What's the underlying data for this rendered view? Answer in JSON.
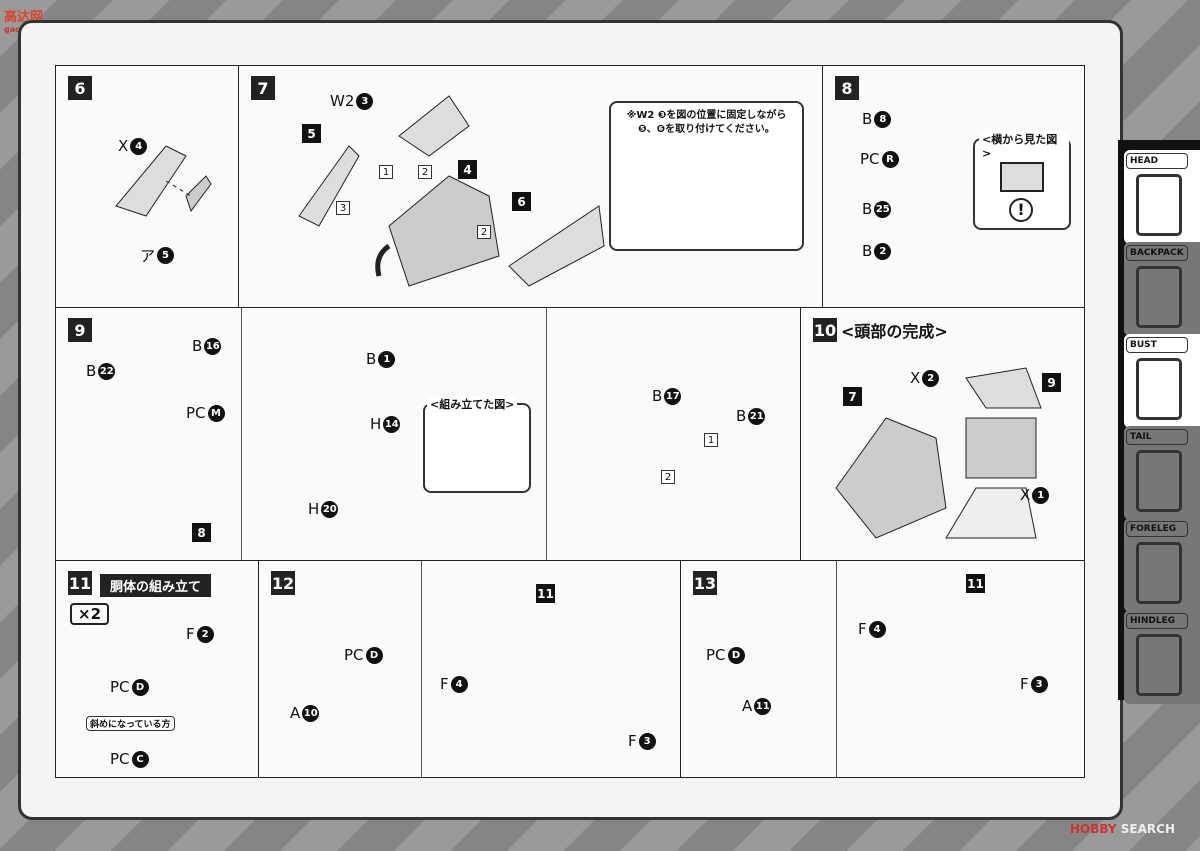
{
  "logo": {
    "text": "高达网",
    "sub": "gao-shou.com"
  },
  "steps": [
    "6",
    "7",
    "8",
    "9",
    "10",
    "11",
    "12",
    "13"
  ],
  "step7_note": "※W2 ❸を図の位置に固定しながら\n❺、❻を取り付けてください。",
  "step8_note_title": "<横から見た図>",
  "step9_note_title": "<組み立てた図>",
  "step10_title": "<頭部の完成>",
  "step11_title": "胴体の組み立て",
  "step11_count": "×2",
  "step11_note": "斜めになっている方",
  "labels": [
    {
      "p": "X",
      "n": "4"
    },
    {
      "p": "ア",
      "n": "5"
    },
    {
      "p": "W2",
      "n": "3"
    },
    {
      "p": "B",
      "n": "8"
    },
    {
      "p": "PC",
      "n": "R"
    },
    {
      "p": "B",
      "n": "25"
    },
    {
      "p": "B",
      "n": "2"
    },
    {
      "p": "B",
      "n": "22"
    },
    {
      "p": "B",
      "n": "16"
    },
    {
      "p": "PC",
      "n": "M"
    },
    {
      "p": "B",
      "n": "1"
    },
    {
      "p": "H",
      "n": "14"
    },
    {
      "p": "H",
      "n": "20"
    },
    {
      "p": "B",
      "n": "17"
    },
    {
      "p": "B",
      "n": "21"
    },
    {
      "p": "X",
      "n": "2"
    },
    {
      "p": "X",
      "n": "1"
    },
    {
      "p": "F",
      "n": "2"
    },
    {
      "p": "PC",
      "n": "D"
    },
    {
      "p": "PC",
      "n": "C"
    },
    {
      "p": "PC",
      "n": "D"
    },
    {
      "p": "A",
      "n": "10"
    },
    {
      "p": "F",
      "n": "4"
    },
    {
      "p": "F",
      "n": "3"
    },
    {
      "p": "PC",
      "n": "D"
    },
    {
      "p": "A",
      "n": "11"
    },
    {
      "p": "F",
      "n": "4"
    },
    {
      "p": "F",
      "n": "3"
    }
  ],
  "refs": [
    "5",
    "4",
    "6",
    "8",
    "9",
    "7",
    "11",
    "11"
  ],
  "seq": [
    "1",
    "2",
    "3",
    "2",
    "1",
    "2"
  ],
  "sidebar": [
    {
      "label": "HEAD",
      "active": true
    },
    {
      "label": "BACKPACK",
      "active": false
    },
    {
      "label": "BUST",
      "active": true
    },
    {
      "label": "TAIL",
      "active": false
    },
    {
      "label": "FORELEG",
      "active": false
    },
    {
      "label": "HINDLEG",
      "active": false
    }
  ],
  "footer": {
    "brand1": "HOBBY",
    "brand2": "SEARCH"
  }
}
